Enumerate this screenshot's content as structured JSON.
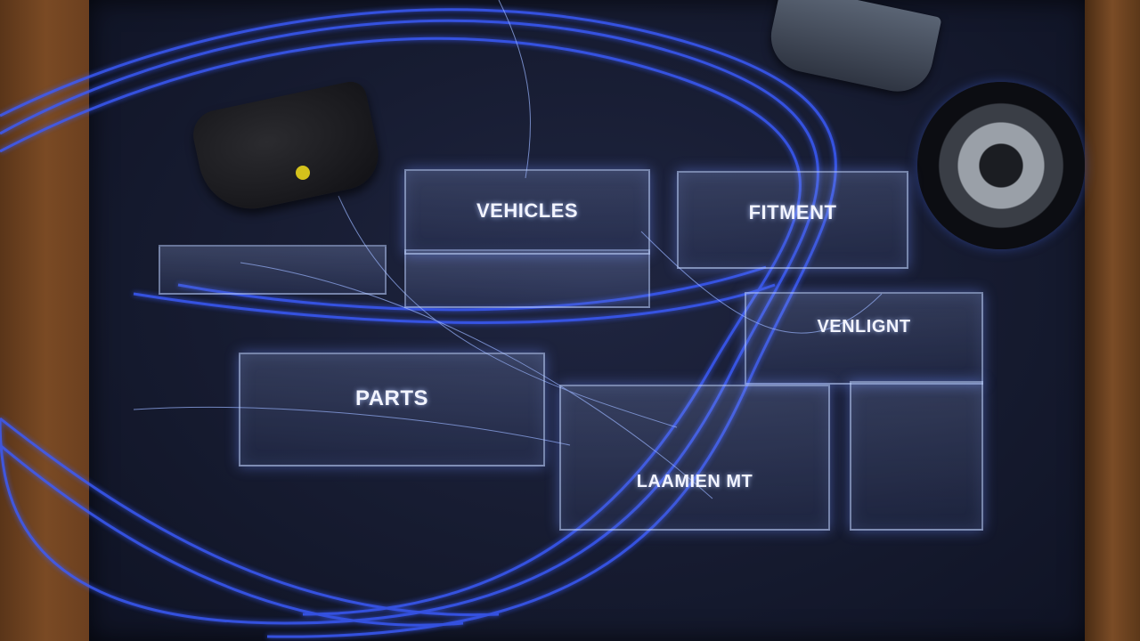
{
  "scene": {
    "panels": [
      {
        "id": "vehicles",
        "label": "VEHICLES"
      },
      {
        "id": "fitment",
        "label": "FITMENT"
      },
      {
        "id": "venlignt",
        "label": "VENLIGNT"
      },
      {
        "id": "parts",
        "label": "PARTS"
      },
      {
        "id": "laamien",
        "label": "LAAMIEN MT"
      }
    ],
    "colors": {
      "fiber": "#3b5cff",
      "fiber_glow": "#7aa0ff",
      "board": "#161b30",
      "wood": "#6b3f1f"
    }
  }
}
